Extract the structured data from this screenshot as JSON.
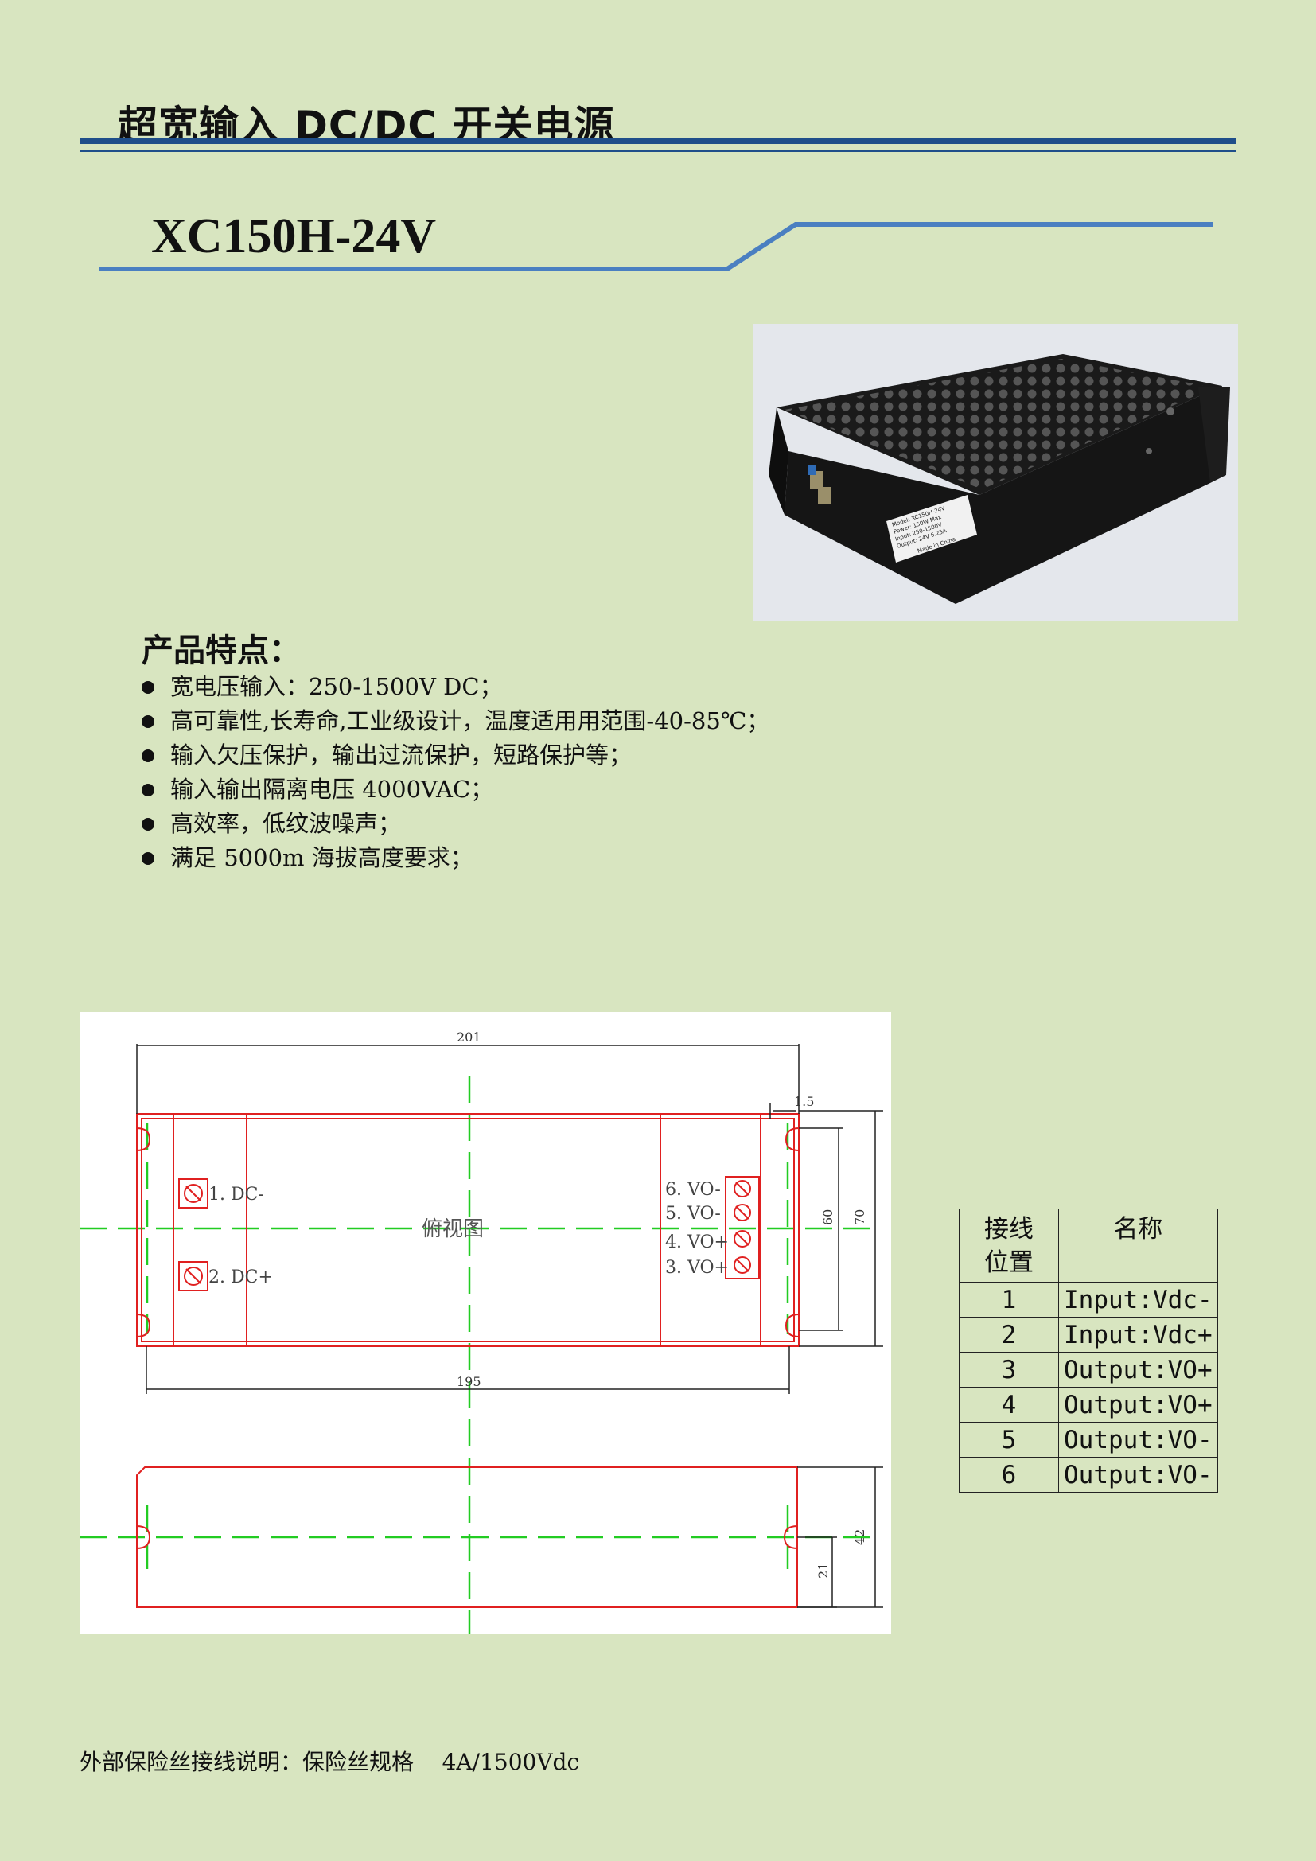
{
  "header": {
    "title": "超宽输入 DC/DC 开关电源",
    "accent_color": "#1f4e8a"
  },
  "model": {
    "name": "XC150H-24V",
    "rule_color": "#4a7fc1"
  },
  "photo": {
    "label_lines": [
      "Model: XC150H-24V",
      "Power: 150W Max",
      "Input: 250-1500V",
      "Output: 24V 6.25A",
      "Made in China"
    ]
  },
  "features": {
    "title": "产品特点：",
    "items": [
      "宽电压输入：250-1500V DC；",
      "高可靠性,长寿命,工业级设计，温度适用用范围-40-85℃；",
      "输入欠压保护，输出过流保护，短路保护等；",
      "输入输出隔离电压 4000VAC；",
      "高效率，低纹波噪声；",
      "满足 5000m 海拔高度要求；"
    ]
  },
  "drawing": {
    "view_label": "俯视图",
    "dims": {
      "top_length": "201",
      "bottom_length": "195",
      "edge": "1.5",
      "inner_height": "60",
      "outer_height": "70",
      "side_height": "42",
      "side_half": "21"
    },
    "left_terminals": [
      "1. DC-",
      "2. DC+"
    ],
    "right_terminals": [
      "6. VO-",
      "5. VO-",
      "4. VO+",
      "3. VO+"
    ],
    "outline_color": "#e02020",
    "centerline_color": "#22cc22"
  },
  "pin_table": {
    "header_pos": [
      "接线",
      "位置"
    ],
    "header_name": "名称",
    "rows": [
      {
        "pos": "1",
        "name": "Input:Vdc-"
      },
      {
        "pos": "2",
        "name": "Input:Vdc+"
      },
      {
        "pos": "3",
        "name": "Output:VO+"
      },
      {
        "pos": "4",
        "name": "Output:VO+"
      },
      {
        "pos": "5",
        "name": "Output:VO-"
      },
      {
        "pos": "6",
        "name": "Output:VO-"
      }
    ]
  },
  "footer": {
    "note": "外部保险丝接线说明：保险丝规格    4A/1500Vdc"
  }
}
